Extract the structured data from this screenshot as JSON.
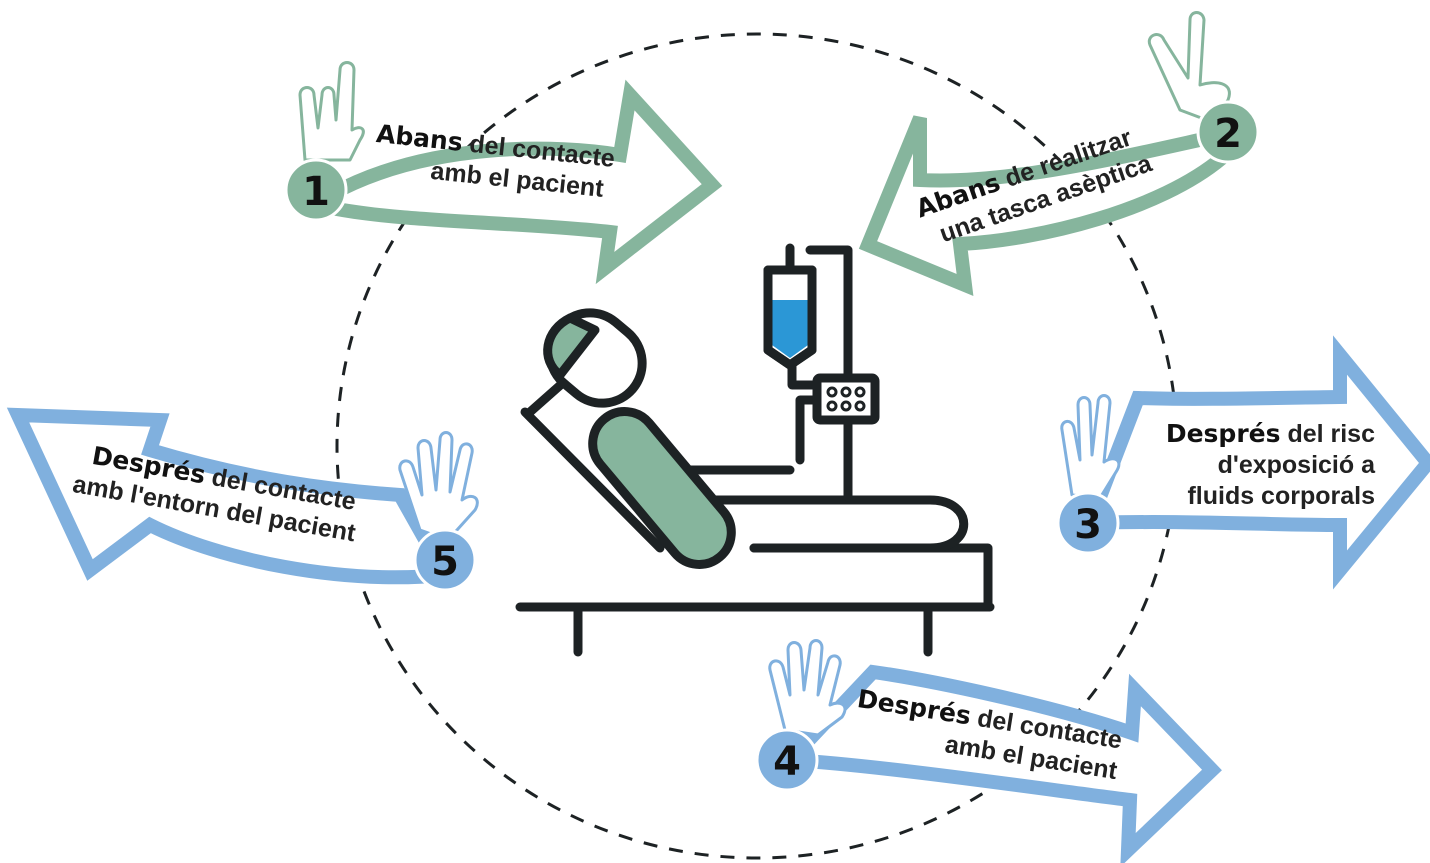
{
  "moments": [
    {
      "number": "1",
      "bold": "Abans",
      "line1_rest": " del contacte",
      "line2": "amb el pacient"
    },
    {
      "number": "2",
      "bold": "Abans",
      "line1_rest": " de realitzar",
      "line2": "una tasca asèptica"
    },
    {
      "number": "3",
      "bold": "Després",
      "line1_rest": " del risc",
      "line2": "d'exposició a",
      "line3": "fluids corporals"
    },
    {
      "number": "4",
      "bold": "Després",
      "line1_rest": " del contacte",
      "line2": "amb el pacient"
    },
    {
      "number": "5",
      "bold": "Després",
      "line1_rest": " del contacte",
      "line2": "amb l'entorn del pacient"
    }
  ],
  "colors": {
    "green": "#86b59d",
    "blue": "#80b0de",
    "dark": "#1d2224",
    "iv_fluid": "#2b97d6"
  }
}
